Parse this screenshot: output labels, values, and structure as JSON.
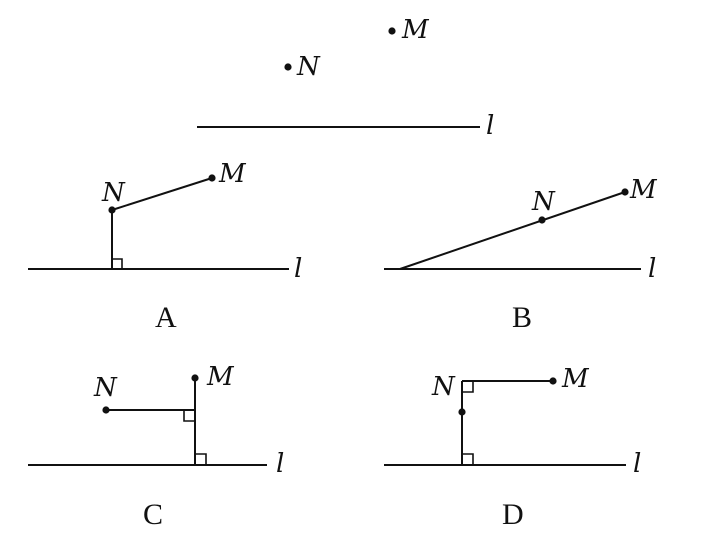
{
  "labels": {
    "point_m": "M",
    "point_n": "N",
    "line_l": "l"
  },
  "options": [
    {
      "key": "a",
      "letter": "A"
    },
    {
      "key": "b",
      "letter": "B"
    },
    {
      "key": "c",
      "letter": "C"
    },
    {
      "key": "d",
      "letter": "D"
    }
  ],
  "colors": {
    "ink": "#111111",
    "background": "#ffffff"
  }
}
